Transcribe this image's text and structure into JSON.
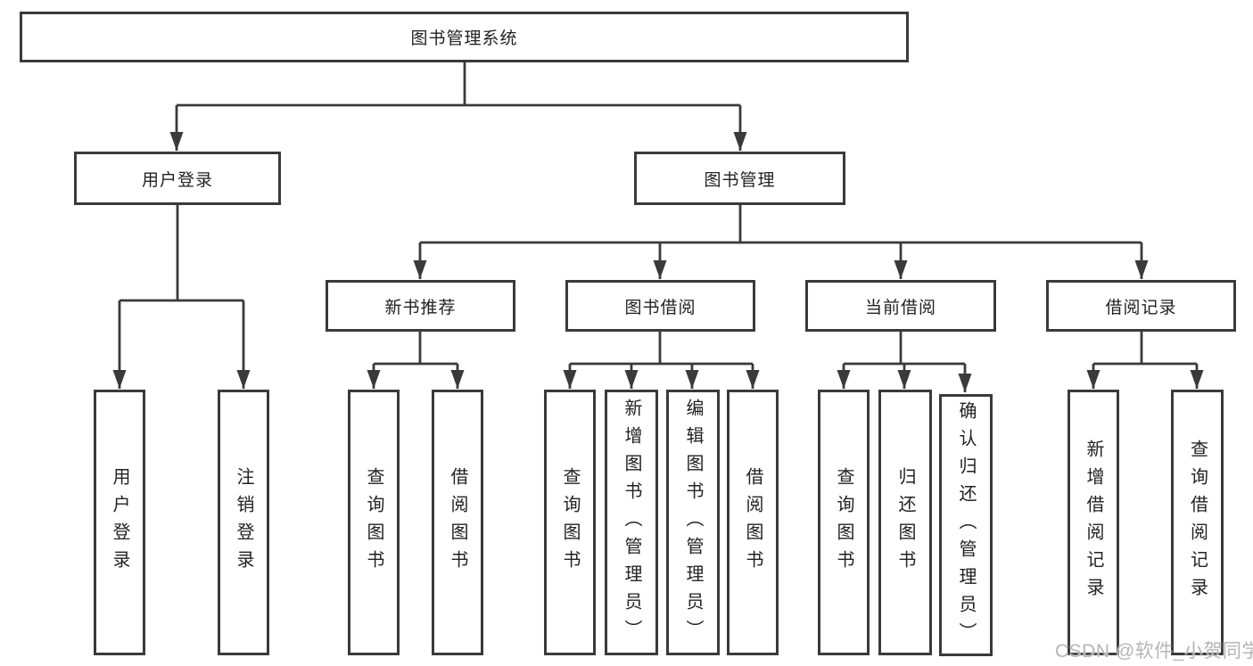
{
  "diagram_type": "hierarchy-tree",
  "nodes": {
    "root": "图书管理系统",
    "user_login": "用户登录",
    "book_mgmt": "图书管理",
    "new_book_rec": "新书推荐",
    "book_borrow": "图书借阅",
    "current_borrow": "当前借阅",
    "borrow_record": "借阅记录",
    "leaf_user_login": "用户登录",
    "leaf_logout": "注销登录",
    "leaf_query_book_1": "查询图书",
    "leaf_borrow_book_1": "借阅图书",
    "leaf_query_book_2": "查询图书",
    "leaf_add_book": "新增图书（管理员）",
    "leaf_edit_book": "编辑图书（管理员）",
    "leaf_borrow_book_2": "借阅图书",
    "leaf_query_book_3": "查询图书",
    "leaf_return_book": "归还图书",
    "leaf_confirm_return": "确认归还（管理员）",
    "leaf_add_record": "新增借阅记录",
    "leaf_query_record": "查询借阅记录"
  },
  "hierarchy": {
    "图书管理系统": {
      "用户登录": [
        "用户登录",
        "注销登录"
      ],
      "图书管理": {
        "新书推荐": [
          "查询图书",
          "借阅图书"
        ],
        "图书借阅": [
          "查询图书",
          "新增图书（管理员）",
          "编辑图书（管理员）",
          "借阅图书"
        ],
        "当前借阅": [
          "查询图书",
          "归还图书",
          "确认归还（管理员）"
        ],
        "借阅记录": [
          "新增借阅记录",
          "查询借阅记录"
        ]
      }
    }
  },
  "watermark": {
    "text": "CSDN @软件_小贺同学",
    "color": "#b5b5b5"
  },
  "colors": {
    "line": "#3a3a3a",
    "box_border": "#3a3a3a",
    "box_fill": "#ffffff",
    "text": "#222222",
    "background": "#ffffff"
  }
}
